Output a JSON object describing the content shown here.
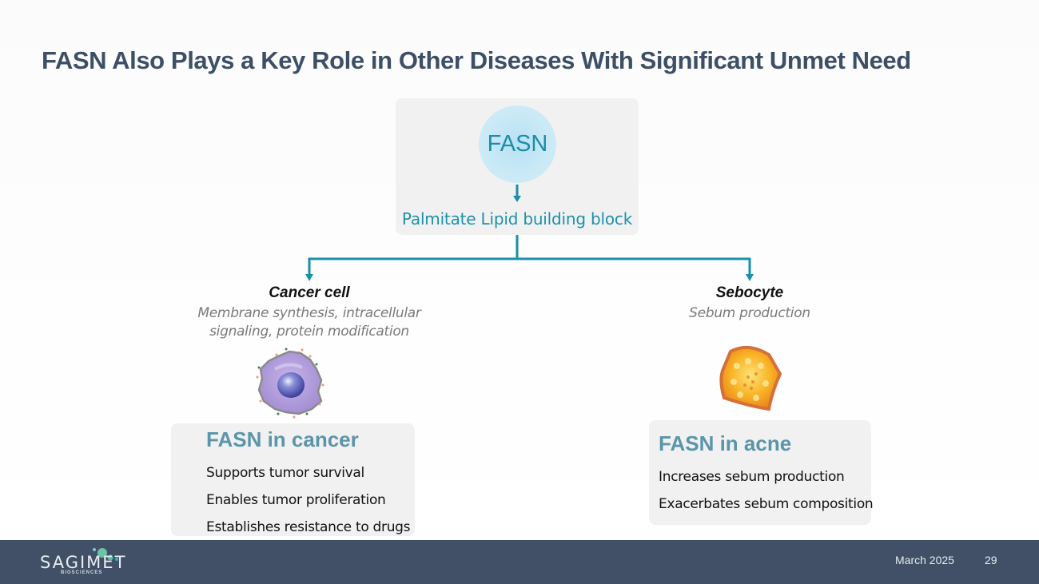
{
  "slide": {
    "title": "FASN Also Plays a Key Role in Other Diseases With Significant Unmet Need"
  },
  "top_node": {
    "label": "FASN",
    "product": "Palmitate Lipid building block"
  },
  "branches": [
    {
      "title": "Cancer cell",
      "subtitle_lines": [
        "Membrane synthesis, intracellular",
        "signaling, protein modification"
      ],
      "image": "cancer-cell-illustration",
      "box": {
        "heading": "FASN in cancer",
        "items": [
          "Supports tumor survival",
          "Enables tumor proliferation",
          "Establishes resistance to drugs"
        ]
      }
    },
    {
      "title": "Sebocyte",
      "subtitle_lines": [
        "Sebum production"
      ],
      "image": "sebocyte-illustration",
      "box": {
        "heading": "FASN in acne",
        "items": [
          "Increases sebum production",
          "Exacerbates sebum composition"
        ]
      }
    }
  ],
  "footer": {
    "logo_name": "SAGIMET",
    "logo_sub": "BIOSCIENCES",
    "date": "March 2025",
    "page_number": "29"
  },
  "colors": {
    "title": "#3d4f66",
    "accent_teal": "#1a8fa8",
    "heading_blue": "#5b95aa",
    "footer_bg": "#415066",
    "box_bg": "#f1f1f1"
  }
}
